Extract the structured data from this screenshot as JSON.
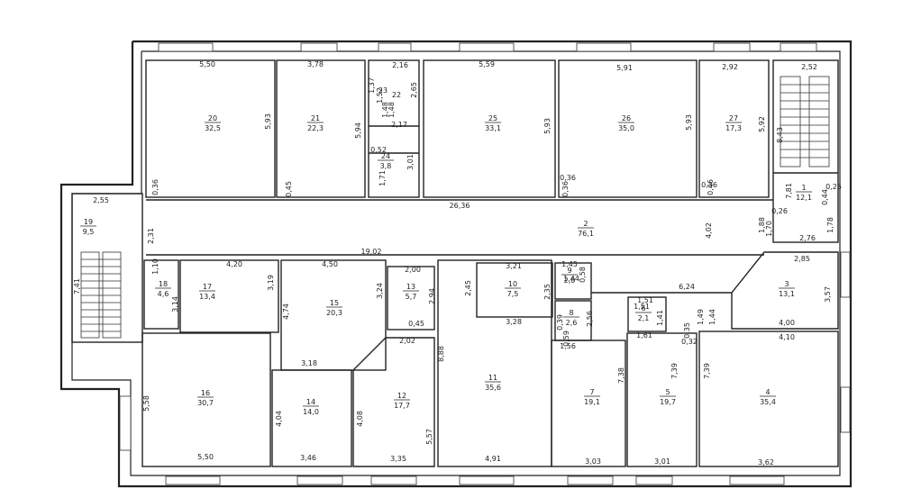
{
  "plan": {
    "rooms": [
      {
        "id": "r20",
        "num": "20",
        "area": "32,5"
      },
      {
        "id": "r21",
        "num": "21",
        "area": "22,3"
      },
      {
        "id": "r23",
        "num": "23",
        "area": ""
      },
      {
        "id": "r22",
        "num": "22",
        "area": ""
      },
      {
        "id": "r24",
        "num": "24",
        "area": "3,8"
      },
      {
        "id": "r25",
        "num": "25",
        "area": "33,1"
      },
      {
        "id": "r26",
        "num": "26",
        "area": "35,0"
      },
      {
        "id": "r27",
        "num": "27",
        "area": "17,3"
      },
      {
        "id": "r1",
        "num": "1",
        "area": "12,1"
      },
      {
        "id": "r2",
        "num": "2",
        "area": "76,1"
      },
      {
        "id": "r19",
        "num": "19",
        "area": "9,5"
      },
      {
        "id": "r18",
        "num": "18",
        "area": "4,6"
      },
      {
        "id": "r17",
        "num": "17",
        "area": "13,4"
      },
      {
        "id": "r15",
        "num": "15",
        "area": "20,3"
      },
      {
        "id": "r13",
        "num": "13",
        "area": "5,7"
      },
      {
        "id": "r10",
        "num": "10",
        "area": "7,5"
      },
      {
        "id": "r9",
        "num": "9",
        "area": "2,0"
      },
      {
        "id": "r8",
        "num": "8",
        "area": "2,6"
      },
      {
        "id": "r6",
        "num": "6",
        "area": "2,1"
      },
      {
        "id": "r3",
        "num": "3",
        "area": "13,1"
      },
      {
        "id": "r16",
        "num": "16",
        "area": "30,7"
      },
      {
        "id": "r14",
        "num": "14",
        "area": "14,0"
      },
      {
        "id": "r12",
        "num": "12",
        "area": "17,7"
      },
      {
        "id": "r11",
        "num": "11",
        "area": "35,6"
      },
      {
        "id": "r7",
        "num": "7",
        "area": "19,1"
      },
      {
        "id": "r5",
        "num": "5",
        "area": "19,7"
      },
      {
        "id": "r4",
        "num": "4",
        "area": "35,4"
      }
    ],
    "dimensions": [
      "5,50",
      "3,78",
      "2,16",
      "5,59",
      "5,91",
      "2,92",
      "2,52",
      "5,93",
      "5,94",
      "2,65",
      "5,93",
      "5,93",
      "5,92",
      "8,43",
      "1,37",
      "1,52",
      "1,48",
      "1,48",
      "2,17",
      "0,52",
      "1,71",
      "3,01",
      "0,36",
      "0,45",
      "0,36",
      "0,36",
      "0,36",
      "0,46",
      "26,36",
      "7,81",
      "0,44",
      "0,25",
      "0,26",
      "1,88",
      "1,70",
      "1,78",
      "2,76",
      "2,55",
      "2,31",
      "7,41",
      "4,02",
      "19,02",
      "1,10",
      "3,14",
      "4,20",
      "3,19",
      "4,50",
      "4,74",
      "3,24",
      "2,00",
      "2,94",
      "3,21",
      "2,45",
      "2,35",
      "1,45",
      "1,44",
      "0,58",
      "6,24",
      "2,85",
      "3,57",
      "3,28",
      "0,39",
      "0,59",
      "2,56",
      "1,51",
      "1,41",
      "1,51",
      "0,35",
      "0,32",
      "1,49",
      "1,44",
      "4,00",
      "4,10",
      "1,61",
      "1,56",
      "3,18",
      "2,02",
      "0,45",
      "8,88",
      "7,38",
      "7,39",
      "7,39",
      "5,58",
      "4,04",
      "4,08",
      "5,57",
      "5,50",
      "3,46",
      "3,35",
      "4,91",
      "3,03",
      "3,01",
      "3,62"
    ]
  }
}
